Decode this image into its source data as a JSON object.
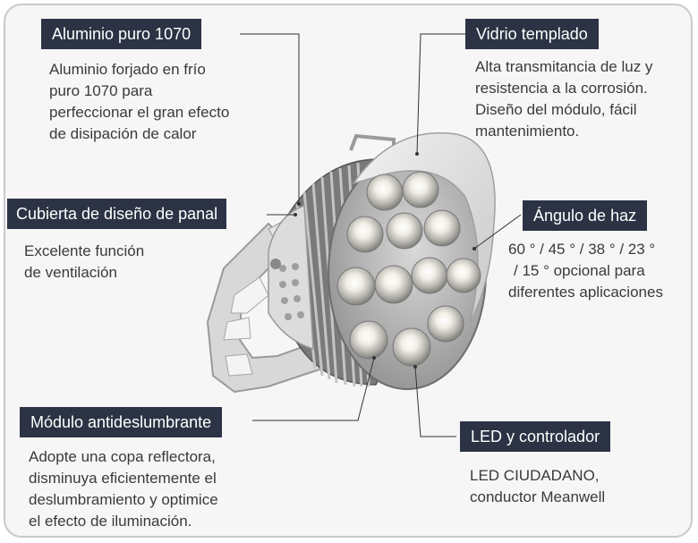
{
  "features": [
    {
      "id": "aluminum",
      "label": "Aluminio puro 1070",
      "desc": [
        "Aluminio forjado en frío",
        "puro 1070 para",
        "perfeccionar el gran efecto",
        "de disipación de calor"
      ]
    },
    {
      "id": "glass",
      "label": "Vidrio templado",
      "desc": [
        "Alta transmitancia de luz y",
        "resistencia a la corrosión.",
        "Diseño del módulo, fácil",
        "mantenimiento."
      ]
    },
    {
      "id": "cover",
      "label": "Cubierta de diseño de panal",
      "desc": [
        "Excelente función",
        "de ventilación"
      ]
    },
    {
      "id": "beam",
      "label": "Ángulo de haz",
      "desc": [
        "60 ° / 45 ° / 38 ° / 23 °",
        "/ 15 ° opcional para",
        "diferentes aplicaciones"
      ]
    },
    {
      "id": "antiglare",
      "label": "Módulo antideslumbrante",
      "desc": [
        "Adopte una copa reflectora,",
        "disminuya eficientemente el",
        "deslumbramiento y optimice",
        "el efecto de iluminación."
      ]
    },
    {
      "id": "led",
      "label": "LED y controlador",
      "desc": [
        "LED CIUDADANO,",
        "conductor Meanwell"
      ]
    }
  ],
  "colors": {
    "label_bg": "#2b3344",
    "label_text": "#ffffff",
    "desc_text": "#3a3a3a",
    "leader": "#333333"
  }
}
